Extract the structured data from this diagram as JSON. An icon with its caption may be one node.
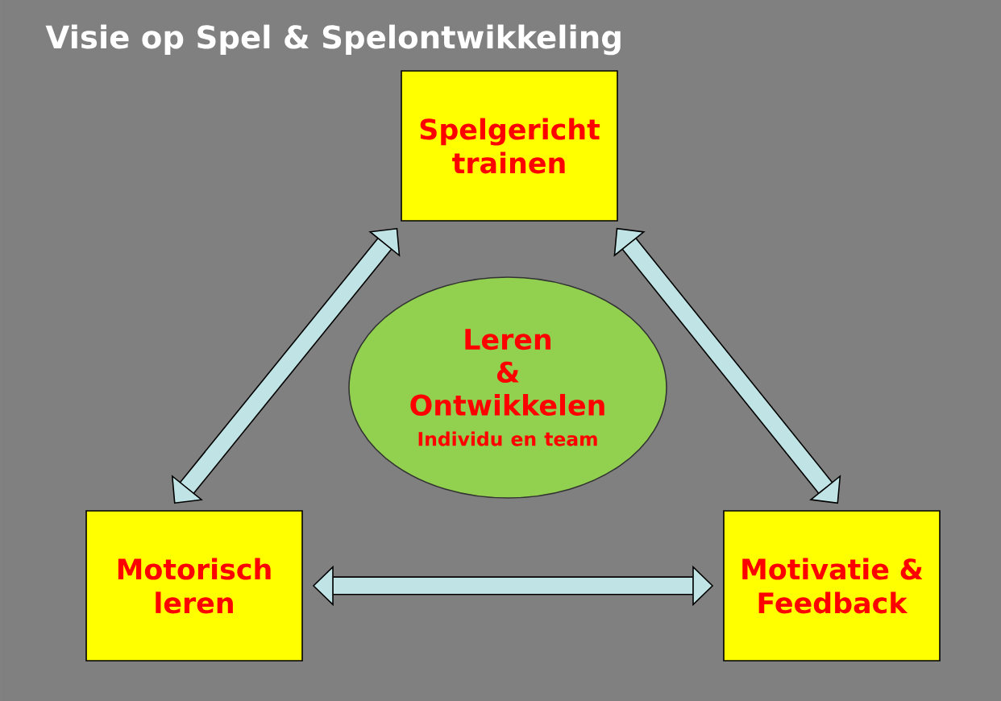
{
  "diagram": {
    "title": "Visie op Spel & Spelontwikkeling",
    "nodes": [
      {
        "text": [
          "Spelgericht trainen"
        ]
      },
      {
        "text": [
          "Leren & Ontwikkelen",
          "Individu en team"
        ]
      },
      {
        "text": [
          "Motorisch leren"
        ]
      },
      {
        "text": [
          "Motivatie & Feedback"
        ]
      }
    ],
    "edges": [
      {
        "from": 0,
        "to": 2,
        "arrow": "both"
      },
      {
        "from": 0,
        "to": 3,
        "arrow": "both"
      },
      {
        "from": 2,
        "to": 3,
        "arrow": "both"
      }
    ]
  }
}
